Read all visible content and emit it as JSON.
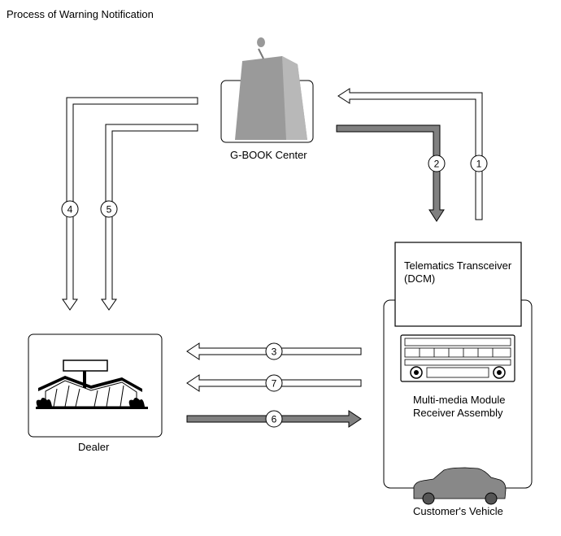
{
  "title": "Process of Warning Notification",
  "nodes": {
    "gbook_center": "G-BOOK Center",
    "dealer": "Dealer",
    "transceiver_line1": "Telematics Transceiver",
    "transceiver_line2": "(DCM)",
    "receiver_line1": "Multi-media Module",
    "receiver_line2": "Receiver Assembly",
    "vehicle": "Customer's Vehicle"
  },
  "steps": [
    {
      "number": "1",
      "from": "Customer's Vehicle",
      "to": "G-BOOK Center",
      "style": "outline"
    },
    {
      "number": "2",
      "from": "G-BOOK Center",
      "to": "Customer's Vehicle",
      "style": "filled"
    },
    {
      "number": "3",
      "from": "Customer's Vehicle",
      "to": "Dealer",
      "style": "outline"
    },
    {
      "number": "4",
      "from": "G-BOOK Center",
      "to": "Dealer",
      "style": "outline"
    },
    {
      "number": "5",
      "from": "G-BOOK Center",
      "to": "Dealer",
      "style": "outline"
    },
    {
      "number": "6",
      "from": "Dealer",
      "to": "Customer's Vehicle",
      "style": "filled"
    },
    {
      "number": "7",
      "from": "Customer's Vehicle",
      "to": "Dealer",
      "style": "outline"
    }
  ],
  "colors": {
    "outline_arrow_fill": "#ffffff",
    "filled_arrow": "#808080",
    "stroke": "#000000",
    "tower": "#9a9a9a"
  }
}
